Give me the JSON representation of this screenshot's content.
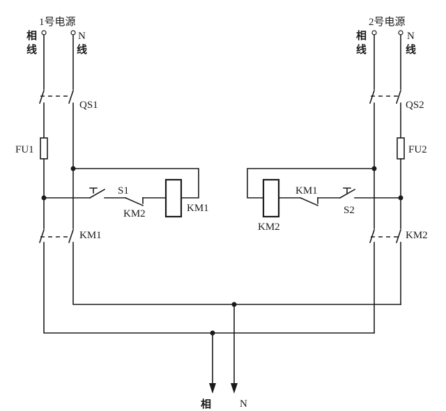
{
  "labels": {
    "source1_title": "1号电源",
    "source2_title": "2号电源",
    "phase_char_1": "相",
    "phase_char_2": "线",
    "neutral_char_1": "N",
    "neutral_char_2": "线",
    "qs1": "QS1",
    "qs2": "QS2",
    "fu1": "FU1",
    "fu2": "FU2",
    "s1": "S1",
    "s2": "S2",
    "km1": "KM1",
    "km2": "KM2",
    "output_phase": "相",
    "output_neutral": "N"
  }
}
